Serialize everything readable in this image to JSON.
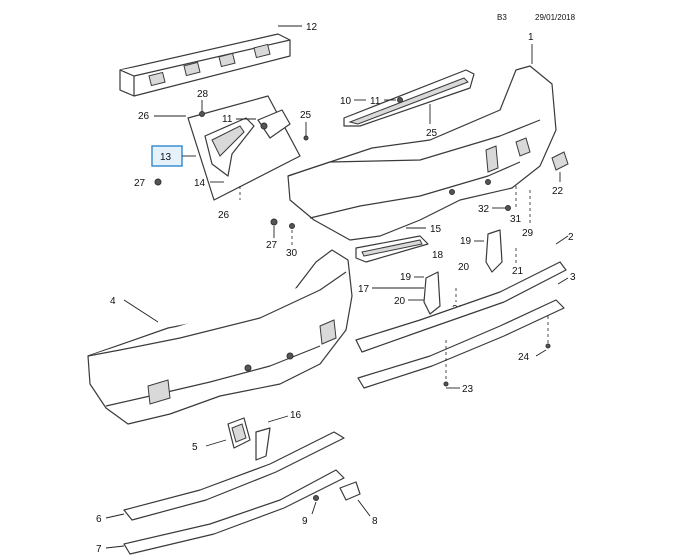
{
  "header": {
    "code": "B3",
    "date": "29/01/2018"
  },
  "callouts": {
    "c1": "1",
    "c2": "2",
    "c3": "3",
    "c4": "4",
    "c5": "5",
    "c6": "6",
    "c7": "7",
    "c8": "8",
    "c9": "9",
    "c10": "10",
    "c11a": "11",
    "c11b": "11",
    "c12": "12",
    "c13": "13",
    "c14": "14",
    "c15": "15",
    "c16": "16",
    "c17": "17",
    "c18": "18",
    "c19a": "19",
    "c19b": "19",
    "c20a": "20",
    "c20b": "20",
    "c21a": "21",
    "c21b": "21",
    "c22": "22",
    "c23": "23",
    "c24": "24",
    "c25a": "25",
    "c25b": "25",
    "c26a": "26",
    "c26b": "26",
    "c27a": "27",
    "c27b": "27",
    "c28": "28",
    "c29": "29",
    "c30": "30",
    "c31": "31",
    "c32": "32"
  },
  "highlight_color": "#3b8fd1"
}
